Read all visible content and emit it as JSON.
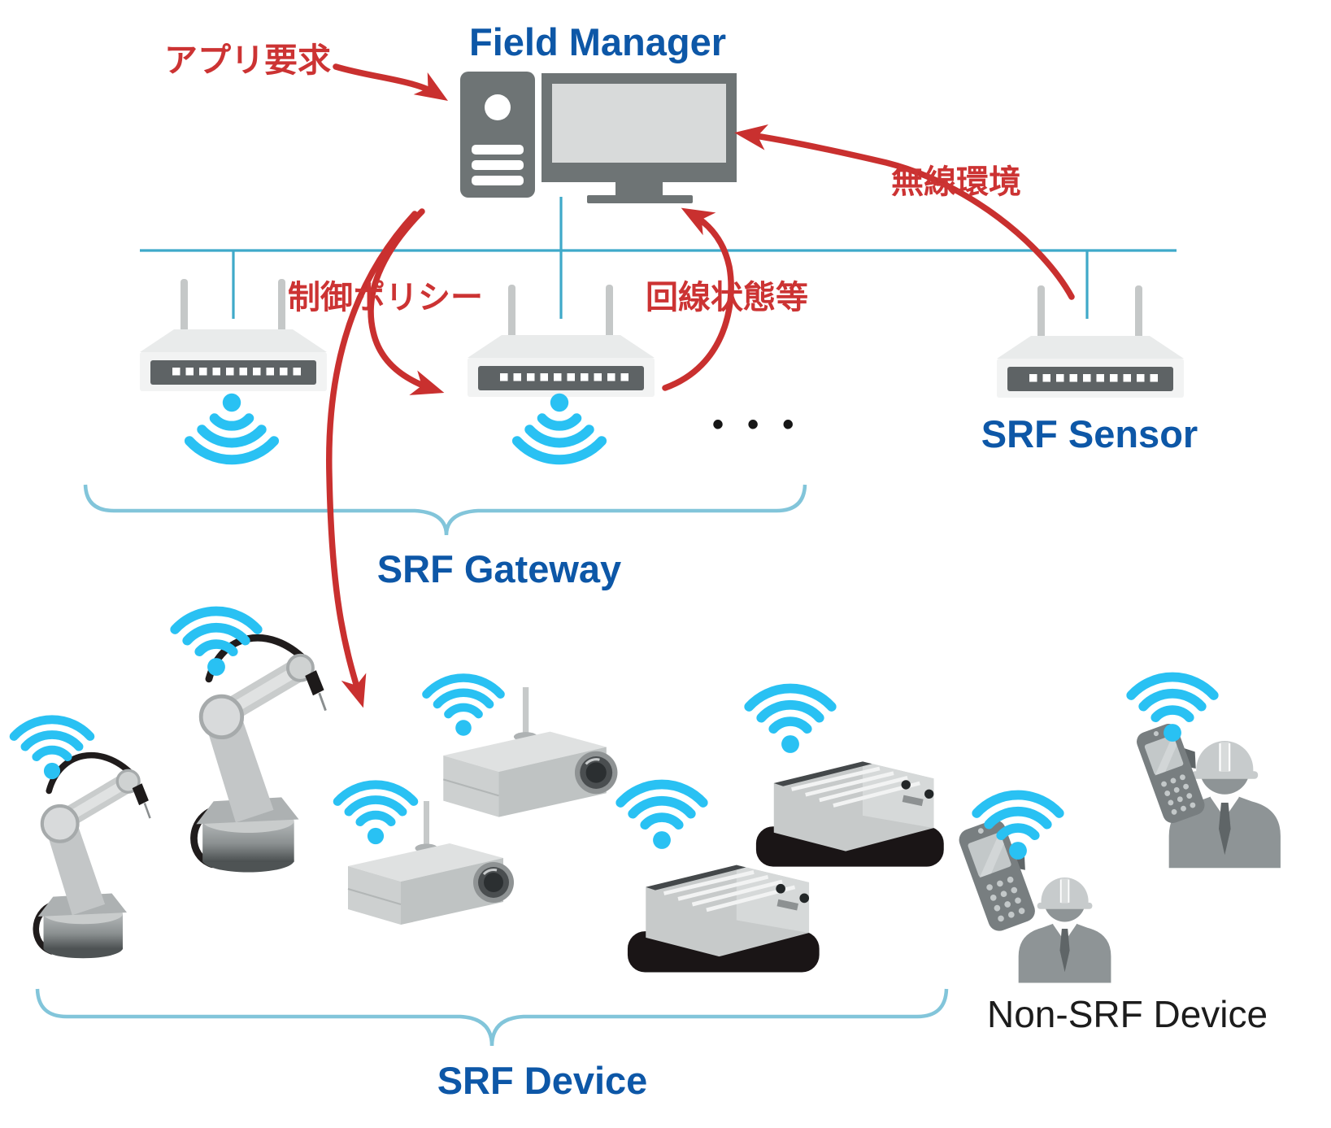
{
  "labels": {
    "field_manager": "Field Manager",
    "srf_sensor": "SRF Sensor",
    "srf_gateway": "SRF Gateway",
    "srf_device": "SRF Device",
    "non_srf_device": "Non-SRF Device",
    "ellipsis": "• • •"
  },
  "annotations": {
    "app_request": "アプリ要求",
    "control_policy": "制御ポリシー",
    "line_status": "回線状態等",
    "wireless_env": "無線環境"
  },
  "icons": {
    "field_manager": "desktop-computer-icon",
    "gateway_router": "wireless-router-icon",
    "sensor_router": "wireless-router-icon",
    "wifi_down": "wifi-waves-down-icon",
    "wifi_up": "wifi-waves-up-icon",
    "robot": "robot-arm-icon",
    "camera": "surveillance-camera-icon",
    "machine": "agv-machine-icon",
    "worker": "worker-hardhat-icon",
    "handheld": "handheld-terminal-icon"
  },
  "colors": {
    "title_blue": "#0d57a7",
    "annotation_red": "#cc3333",
    "arrow_red": "#c9302f",
    "network_line_cyan": "#3fa9c9",
    "brace_light_blue": "#82c5da",
    "wifi_blue": "#29c1f3",
    "device_gray": "#6e7475",
    "text_black": "#1c1c1c"
  }
}
